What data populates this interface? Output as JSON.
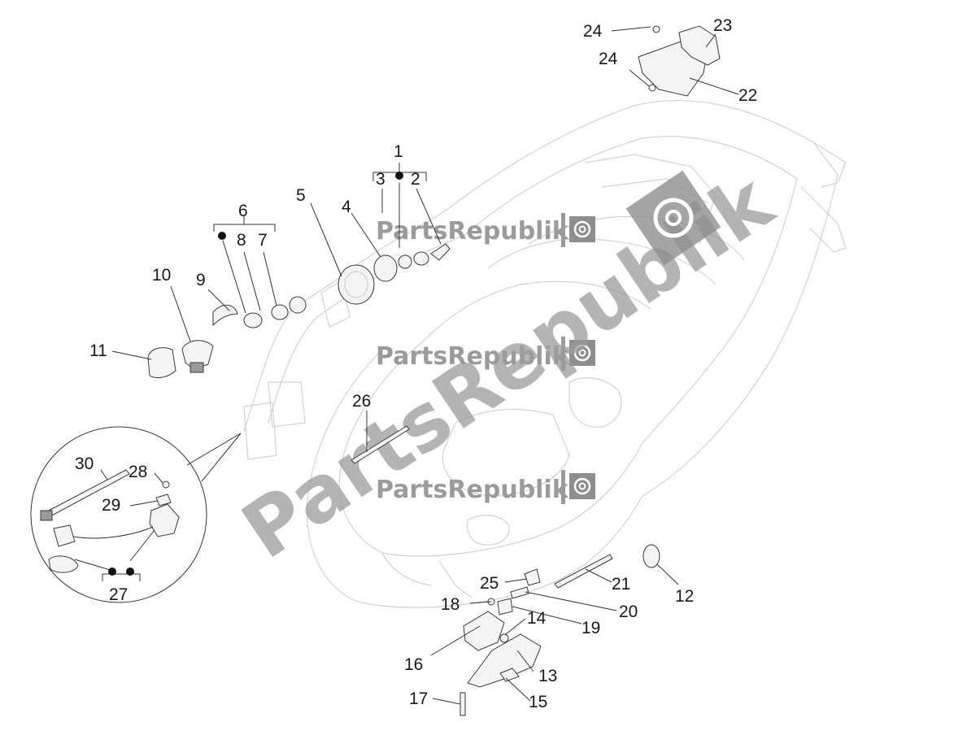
{
  "watermark": {
    "text": "PartsRepublik",
    "color": "#9b9b9b"
  },
  "callouts": {
    "n1": "1",
    "n2": "2",
    "n3": "3",
    "n4": "4",
    "n5": "5",
    "n6": "6",
    "n7": "7",
    "n8": "8",
    "n9": "9",
    "n10": "10",
    "n11": "11",
    "n12": "12",
    "n13": "13",
    "n14": "14",
    "n15": "15",
    "n16": "16",
    "n17": "17",
    "n18": "18",
    "n19": "19",
    "n20": "20",
    "n21": "21",
    "n22": "22",
    "n23": "23",
    "n24a": "24",
    "n24b": "24",
    "n25": "25",
    "n26": "26",
    "n27": "27",
    "n28": "28",
    "n29": "29",
    "n30": "30"
  },
  "colors": {
    "frame": "#d2d2d2",
    "line": "#333333",
    "text": "#1a1a1a"
  }
}
